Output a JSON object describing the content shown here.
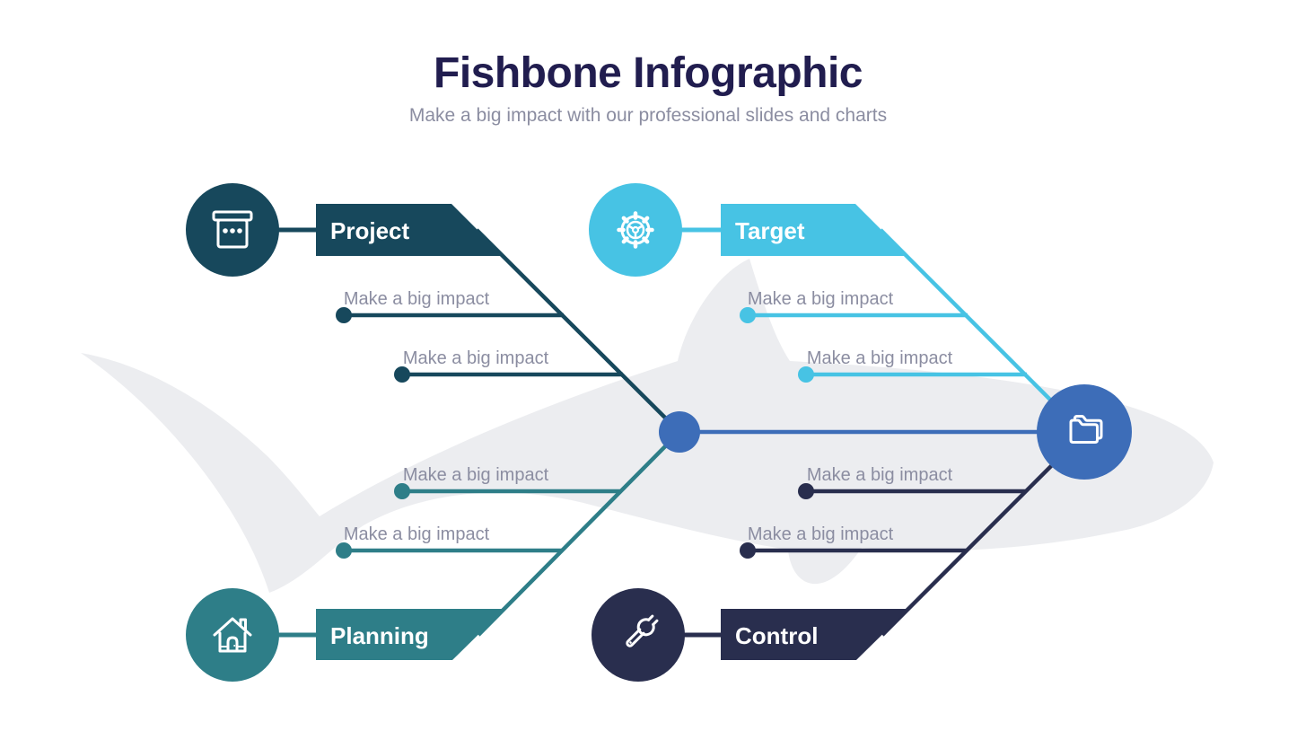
{
  "title": {
    "text": "Fishbone Infographic",
    "color": "#211d4f"
  },
  "subtitle": {
    "text": "Make a big impact with our professional slides and charts",
    "color": "#8b8da1"
  },
  "colors": {
    "node_blue": "#3d6db8",
    "spine_blue": "#3d6db8",
    "silhouette_gray": "#ecedf0",
    "sub_label_gray": "#8b8da1",
    "banner_text": "#ffffff",
    "icon_stroke": "#ffffff"
  },
  "head": {
    "icon": "folder-icon"
  },
  "center_node": {
    "icon": "spine-junction-node"
  },
  "branches": [
    {
      "id": "project",
      "label": "Project",
      "color": "#17485c",
      "icon": "presentation-box-icon",
      "position": "top-left",
      "items": [
        "Make a big impact",
        "Make a big impact"
      ]
    },
    {
      "id": "target",
      "label": "Target",
      "color": "#47c3e4",
      "icon": "gear-steering-icon",
      "position": "top-right",
      "items": [
        "Make a big impact",
        "Make a big impact"
      ]
    },
    {
      "id": "planning",
      "label": "Planning",
      "color": "#2e7e88",
      "icon": "house-icon",
      "position": "bottom-left",
      "items": [
        "Make a big impact",
        "Make a big impact"
      ]
    },
    {
      "id": "control",
      "label": "Control",
      "color": "#292e4e",
      "icon": "wrench-icon",
      "position": "bottom-right",
      "items": [
        "Make a big impact",
        "Make a big impact"
      ]
    }
  ]
}
